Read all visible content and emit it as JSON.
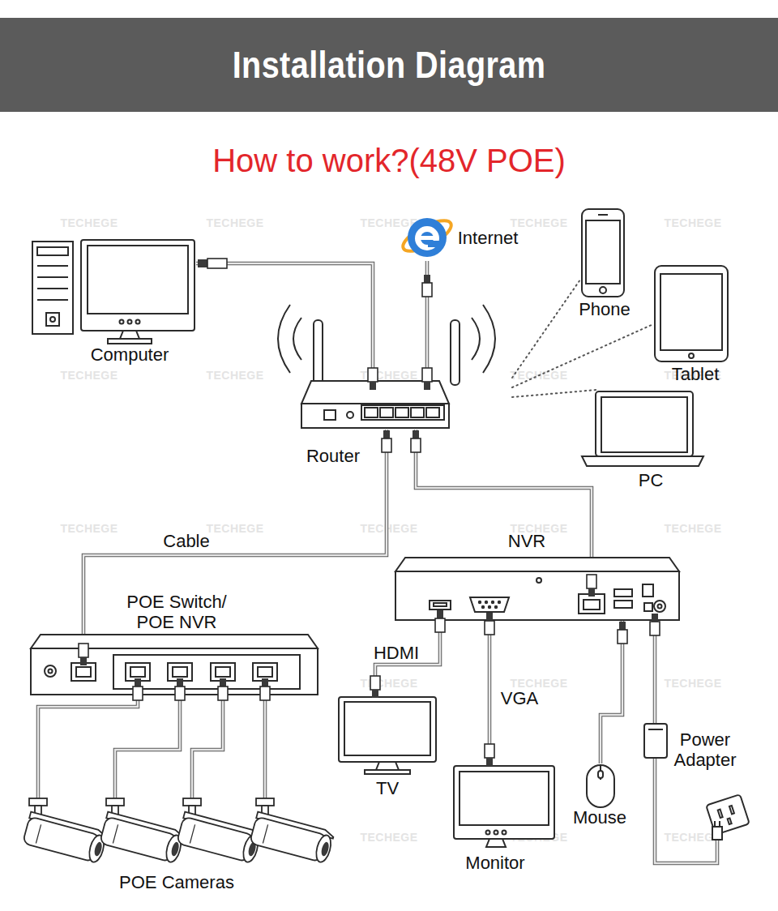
{
  "diagram": {
    "title": "Installation Diagram",
    "nodes": [
      {
        "text": [
          "Computer"
        ]
      },
      {
        "text": [
          "Internet"
        ]
      },
      {
        "text": [
          "Phone"
        ]
      },
      {
        "text": [
          "Tablet"
        ]
      },
      {
        "text": [
          "Router"
        ]
      },
      {
        "text": [
          "PC"
        ]
      },
      {
        "text": [
          "NVR"
        ]
      },
      {
        "text": [
          "POE Switch/ POE NVR"
        ]
      },
      {
        "text": [
          "TV"
        ]
      },
      {
        "text": [
          "Monitor"
        ]
      },
      {
        "text": [
          "Mouse"
        ]
      },
      {
        "text": [
          "Power Adapter"
        ]
      },
      {
        "text": [
          "POE Cameras"
        ]
      }
    ],
    "edges": [
      {
        "from": 0,
        "to": 4,
        "arrow": "none"
      },
      {
        "from": 1,
        "to": 4,
        "arrow": "none"
      },
      {
        "from": 4,
        "to": 2,
        "arrow": "none"
      },
      {
        "from": 4,
        "to": 3,
        "arrow": "none"
      },
      {
        "from": 4,
        "to": 5,
        "arrow": "none"
      },
      {
        "from": 4,
        "to": 7,
        "label": "Cable",
        "arrow": "none"
      },
      {
        "from": 4,
        "to": 6,
        "arrow": "none"
      },
      {
        "from": 6,
        "to": 8,
        "label": "HDMI",
        "arrow": "none"
      },
      {
        "from": 6,
        "to": 9,
        "label": "VGA",
        "arrow": "none"
      },
      {
        "from": 6,
        "to": 10,
        "arrow": "none"
      },
      {
        "from": 6,
        "to": 11,
        "arrow": "none"
      },
      {
        "from": 7,
        "to": 12,
        "arrow": "none"
      },
      {
        "from": 7,
        "to": 12,
        "arrow": "none"
      },
      {
        "from": 7,
        "to": 12,
        "arrow": "none"
      },
      {
        "from": 7,
        "to": 12,
        "arrow": "none"
      }
    ],
    "labels": [
      "How to work?(48V POE)",
      "TECHEGE",
      "TECHEGE",
      "TECHEGE",
      "TECHEGE",
      "TECHEGE",
      "TECHEGE",
      "TECHEGE",
      "TECHEGE",
      "TECHEGE",
      "TECHEGE",
      "TECHEGE",
      "TECHEGE",
      "TECHEGE",
      "TECHEGE",
      "TECHEGE",
      "TECHEGE",
      "TECHEGE",
      "TECHEGE",
      "TECHEGE",
      "TECHEGE",
      "TECHEGE",
      "TECHEGE",
      "TECHEGE",
      "TECHEGE",
      "TECHEGE"
    ]
  }
}
